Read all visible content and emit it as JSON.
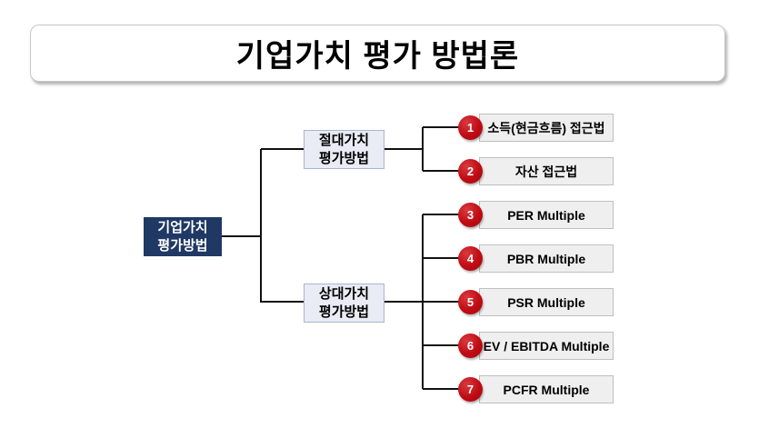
{
  "title": "기업가치 평가 방법론",
  "root": {
    "label": "기업가치\n평가방법"
  },
  "branches": [
    {
      "label": "절대가치\n평가방법"
    },
    {
      "label": "상대가치\n평가방법"
    }
  ],
  "items": [
    {
      "number": "1",
      "label": "소득(현금흐름) 접근법"
    },
    {
      "number": "2",
      "label": "자산 접근법"
    },
    {
      "number": "3",
      "label": "PER Multiple"
    },
    {
      "number": "4",
      "label": "PBR Multiple"
    },
    {
      "number": "5",
      "label": "PSR Multiple"
    },
    {
      "number": "6",
      "label": "EV / EBITDA Multiple"
    },
    {
      "number": "7",
      "label": "PCFR Multiple"
    }
  ],
  "colors": {
    "root_bg": "#1F3864",
    "branch_bg": "#E9EBF5",
    "branch_border": "#A9B5D2",
    "leaf_bg": "#EFEFEF",
    "leaf_border": "#BFBFBF",
    "badge_red": "#C00B13",
    "line": "#111111",
    "title_border": "#C6C6C6"
  }
}
